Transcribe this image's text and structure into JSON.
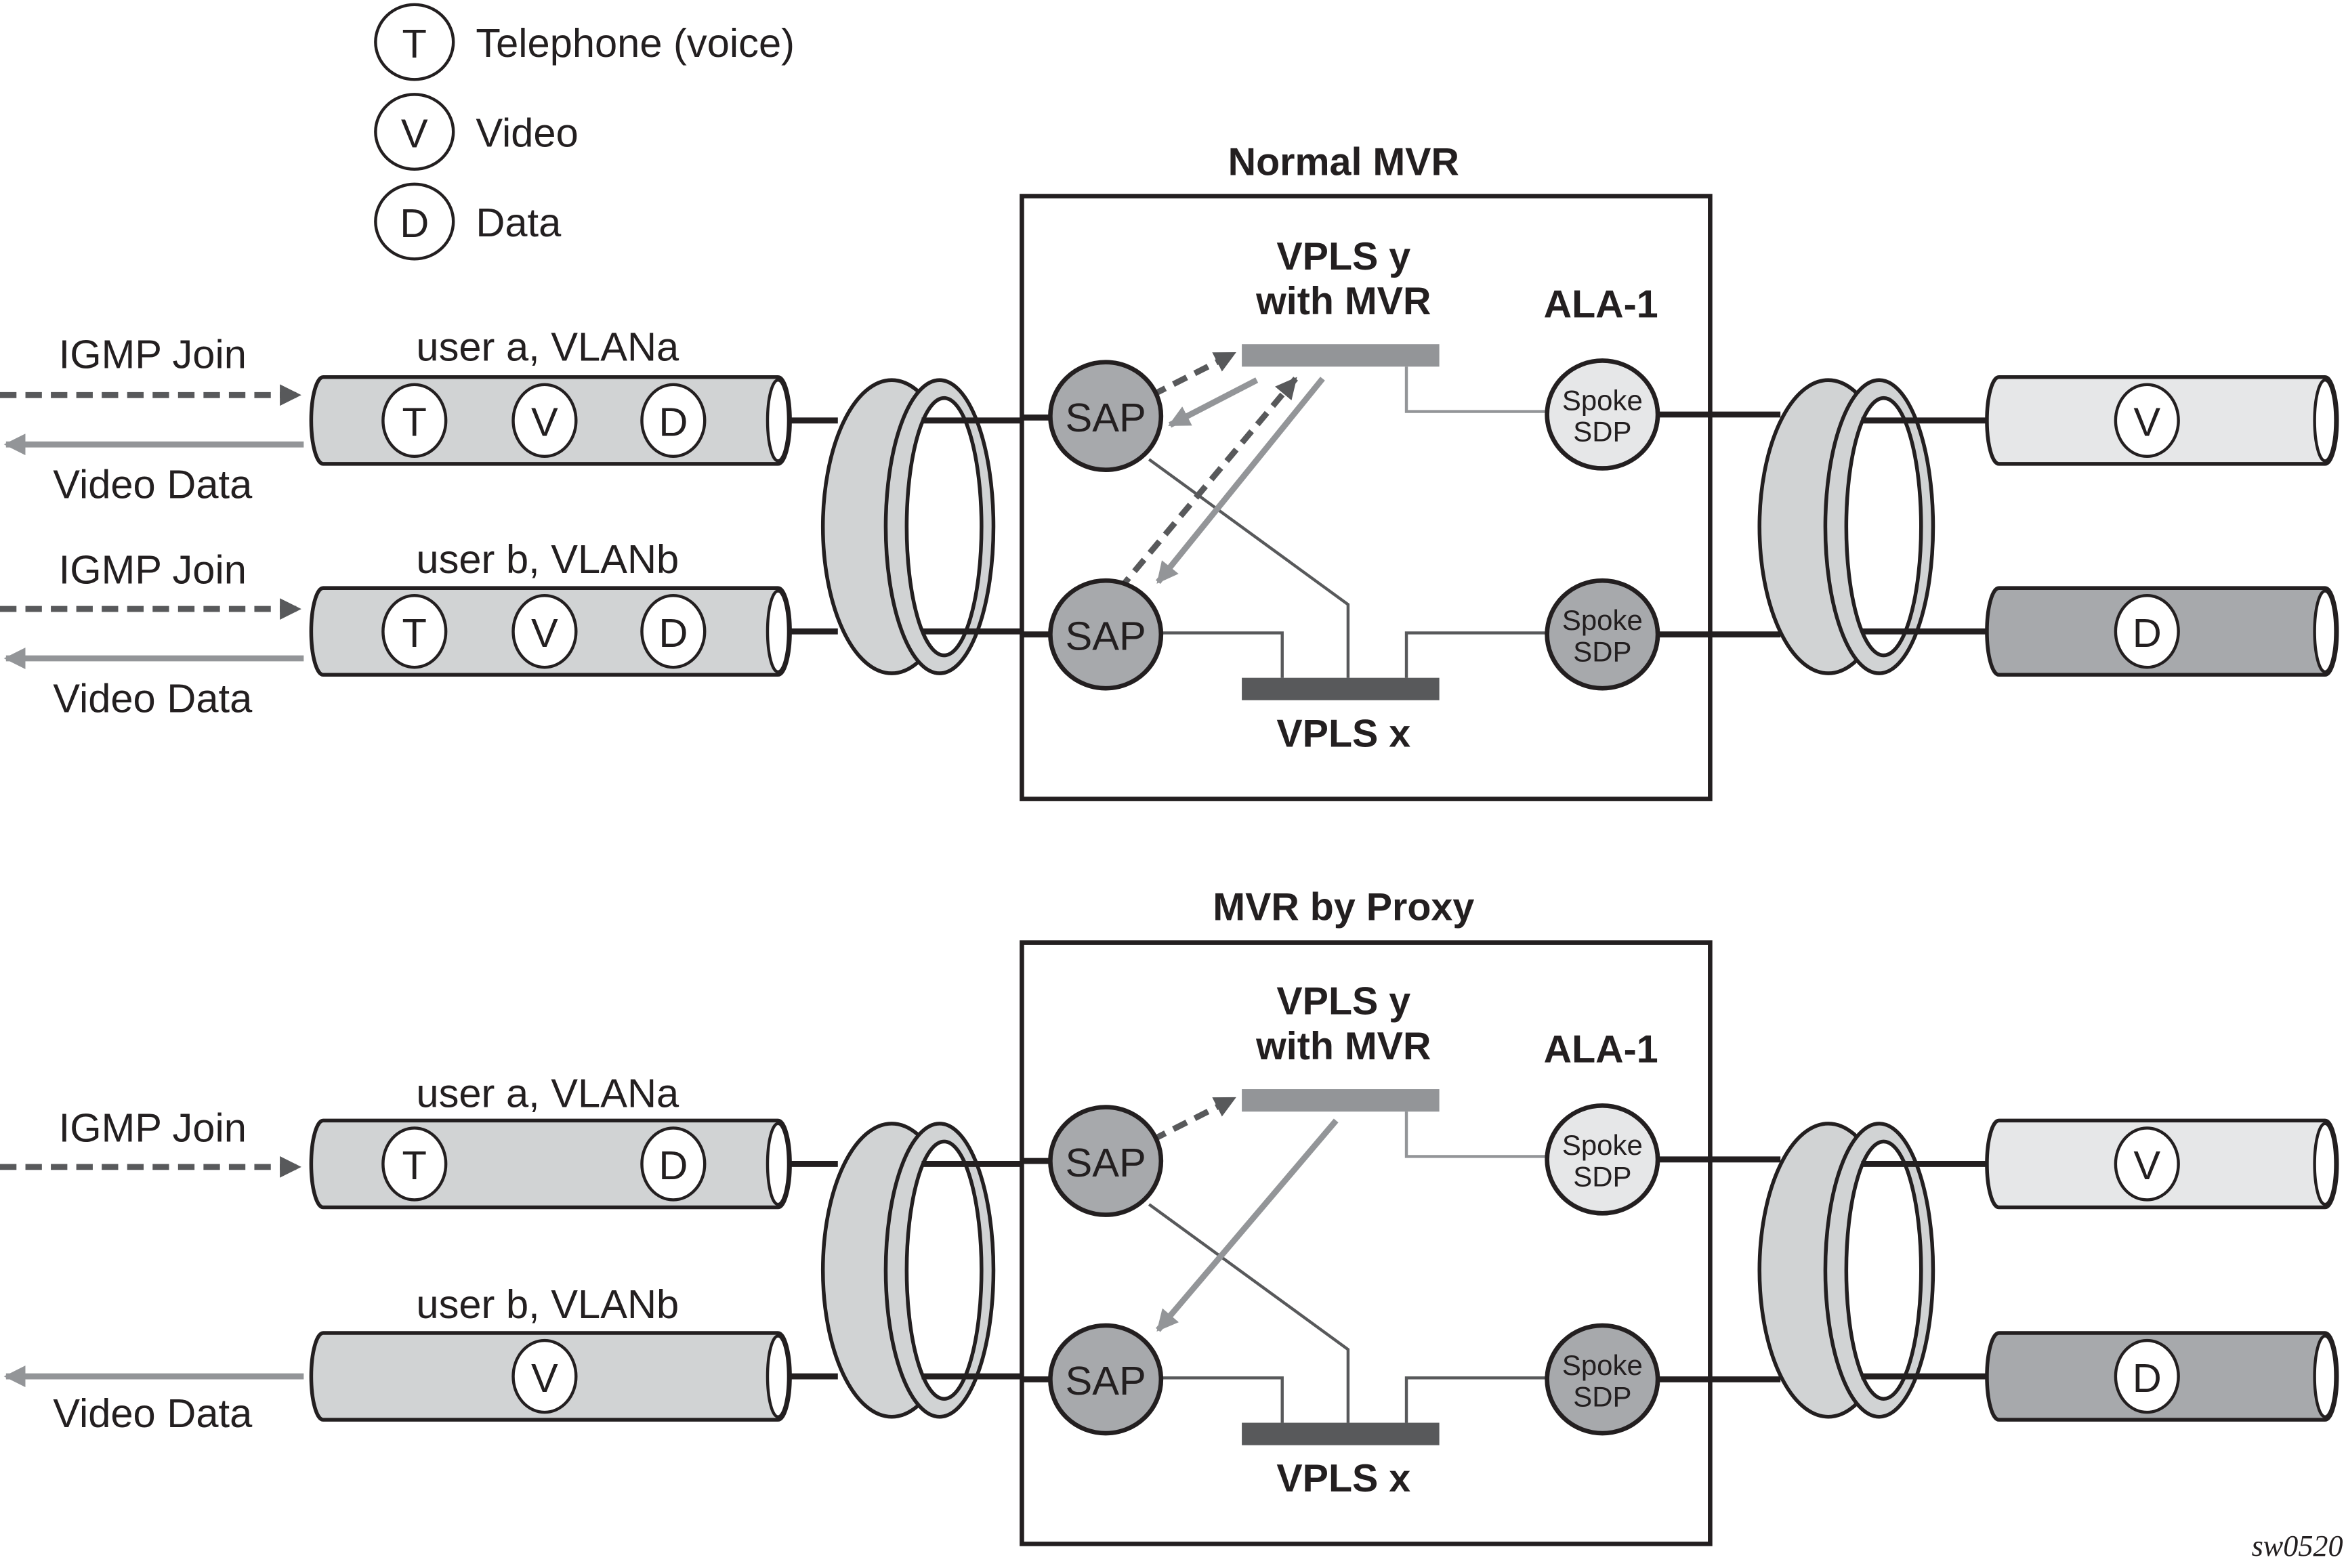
{
  "legend": [
    {
      "glyph": "T",
      "label": "Telephone (voice)"
    },
    {
      "glyph": "V",
      "label": "Video"
    },
    {
      "glyph": "D",
      "label": "Data"
    }
  ],
  "colors": {
    "ink": "#231f20",
    "pipe_light": "#d1d3d4",
    "pipe_lighter": "#e6e7e8",
    "pipe_dark": "#a7a9ac",
    "sap_fill": "#a7a9ac",
    "vpls_y_bar": "#939598",
    "vpls_x_bar": "#58595b",
    "join_arrow": "#58595b",
    "video_arrow": "#939598"
  },
  "sections": [
    {
      "title": "Normal MVR",
      "node": "ALA-1",
      "vpls_y": [
        "VPLS y",
        "with MVR"
      ],
      "vpls_x": "VPLS x",
      "sap_label": "SAP",
      "spoke_label": [
        "Spoke",
        "SDP"
      ],
      "users": [
        {
          "label": "user a, VLANa",
          "join": "IGMP Join",
          "video": "Video Data",
          "services": [
            "T",
            "V",
            "D"
          ]
        },
        {
          "label": "user b, VLANb",
          "join": "IGMP Join",
          "video": "Video Data",
          "services": [
            "T",
            "V",
            "D"
          ]
        }
      ],
      "network_pipes": [
        "V",
        "D"
      ]
    },
    {
      "title": "MVR by Proxy",
      "node": "ALA-1",
      "vpls_y": [
        "VPLS y",
        "with MVR"
      ],
      "vpls_x": "VPLS x",
      "sap_label": "SAP",
      "spoke_label": [
        "Spoke",
        "SDP"
      ],
      "users": [
        {
          "label": "user a, VLANa",
          "join": "IGMP Join",
          "video": "",
          "services": [
            "T",
            "",
            "D"
          ]
        },
        {
          "label": "user b, VLANb",
          "join": "",
          "video": "Video Data",
          "services": [
            "",
            "V",
            ""
          ]
        }
      ],
      "network_pipes": [
        "V",
        "D"
      ]
    }
  ],
  "figure_id": "sw0520"
}
